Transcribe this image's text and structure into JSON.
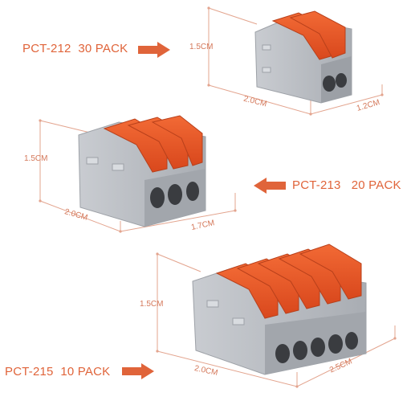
{
  "products": [
    {
      "model": "PCT-212",
      "pack": "30 PACK",
      "height": "1.5CM",
      "length": "2.0CM",
      "width": "1.2CM"
    },
    {
      "model": "PCT-213",
      "pack": "20 PACK",
      "height": "1.5CM",
      "length": "2.0CM",
      "width": "1.7CM"
    },
    {
      "model": "PCT-215",
      "pack": "10 PACK",
      "height": "1.5CM",
      "length": "2.0CM",
      "width": "2.5CM"
    }
  ],
  "colors": {
    "accent": "#e0643a",
    "lever": "#ee5a2a",
    "body": "#b9bcc1",
    "dimension": "#d4785a"
  }
}
